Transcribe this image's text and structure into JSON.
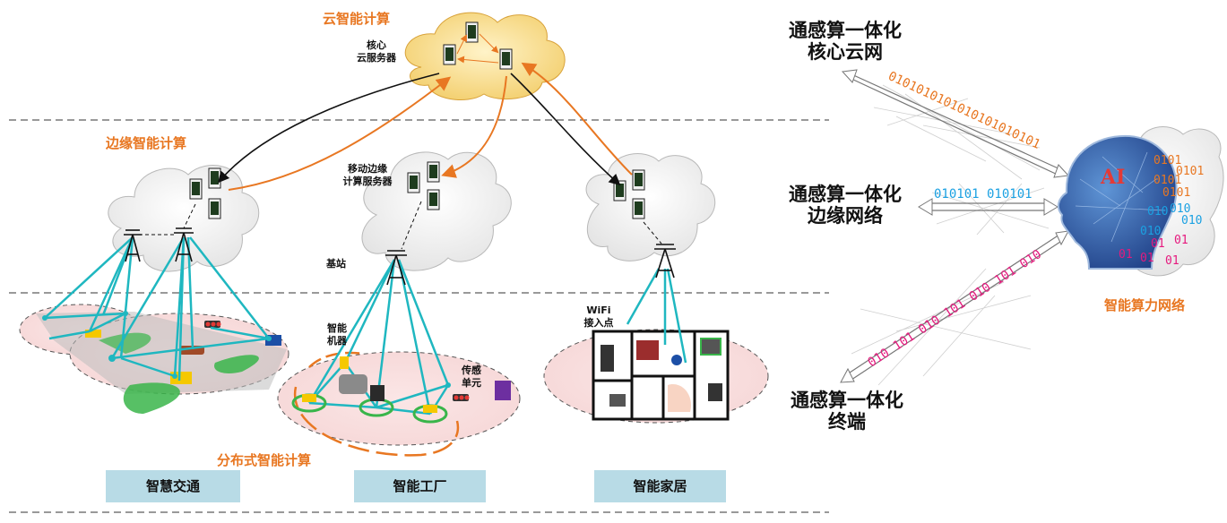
{
  "labels": {
    "cloud_computing": "云智能计算",
    "core_server": [
      "核心",
      "云服务器"
    ],
    "edge_computing": "边缘智能计算",
    "mec_server": [
      "移动边缘",
      "计算服务器"
    ],
    "base_station": "基站",
    "wifi_ap": [
      "WiFi",
      "接入点"
    ],
    "robot": [
      "智能",
      "机器"
    ],
    "sensor": [
      "传感",
      "单元"
    ],
    "distributed_computing": "分布式智能计算",
    "network_name": "智能算力网络",
    "ai": "AI"
  },
  "scenarios": [
    "智慧交通",
    "智能工厂",
    "智能家居"
  ],
  "layers": {
    "core": [
      "通感算一体化",
      "核心云网"
    ],
    "edge": [
      "通感算一体化",
      "边缘网络"
    ],
    "terminal": [
      "通感算一体化",
      "终端"
    ]
  },
  "bitstreams": {
    "core": "0101010101010101010101",
    "edge": "010101 010101",
    "terminal": "010 101 010 101 010 101 010",
    "brain_orange": [
      "0101",
      "0101",
      "0101",
      "0101"
    ],
    "brain_blue": [
      "010",
      "010",
      "010",
      "010"
    ],
    "brain_pink": [
      "01",
      "01",
      "01",
      "01",
      "01"
    ]
  },
  "colors": {
    "orange": "#e87722",
    "cyan": "#1fb7c0",
    "blue": "#1ba1e2",
    "pink": "#e6197e",
    "box": "#b8dbe6",
    "cloud_top": "#f7d98a"
  }
}
